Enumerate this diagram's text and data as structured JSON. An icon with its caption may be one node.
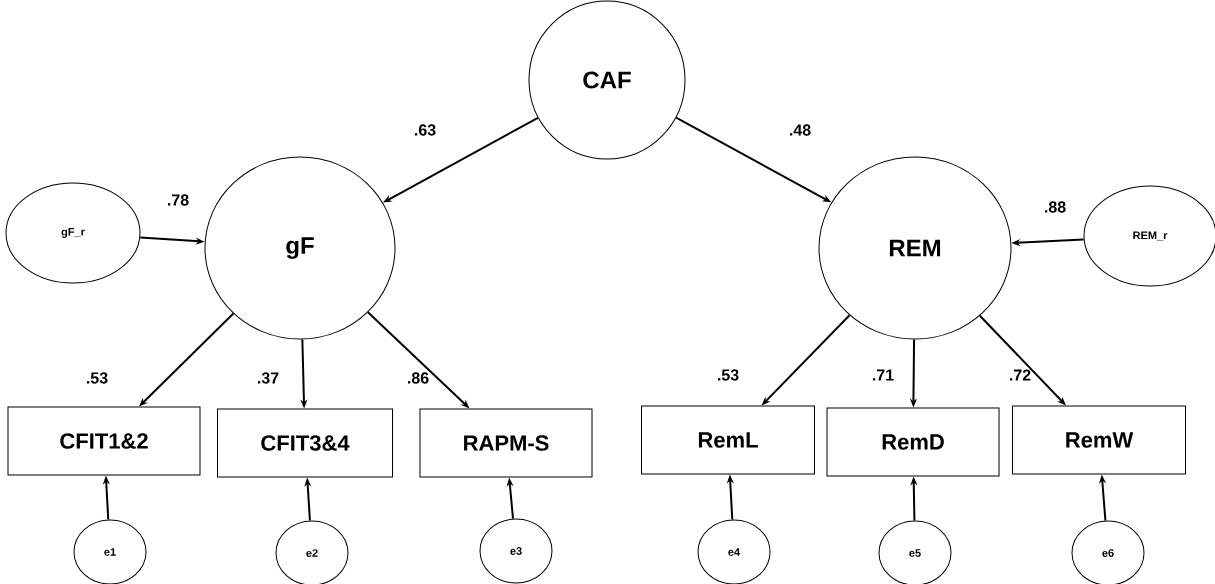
{
  "diagram": {
    "nodes": [
      {
        "text": [
          "CAF"
        ]
      },
      {
        "text": [
          "gF_r"
        ]
      },
      {
        "text": [
          "gF"
        ]
      },
      {
        "text": [
          "REM"
        ]
      },
      {
        "text": [
          "REM_r"
        ]
      },
      {
        "text": [
          "CFIT1&2"
        ]
      },
      {
        "text": [
          "CFIT3&4"
        ]
      },
      {
        "text": [
          "RAPM-S"
        ]
      },
      {
        "text": [
          "RemL"
        ]
      },
      {
        "text": [
          "RemD"
        ]
      },
      {
        "text": [
          "RemW"
        ]
      },
      {
        "text": [
          "e1"
        ]
      },
      {
        "text": [
          "e2"
        ]
      },
      {
        "text": [
          "e3"
        ]
      },
      {
        "text": [
          "e4"
        ]
      },
      {
        "text": [
          "e5"
        ]
      },
      {
        "text": [
          "e6"
        ]
      }
    ],
    "edges": [
      {
        "from": 0,
        "to": 2,
        "arrow": "to",
        "label": ".63"
      },
      {
        "from": 0,
        "to": 3,
        "arrow": "to",
        "label": ".48"
      },
      {
        "from": 1,
        "to": 2,
        "arrow": "to",
        "label": ".78"
      },
      {
        "from": 4,
        "to": 3,
        "arrow": "to",
        "label": ".88"
      },
      {
        "from": 2,
        "to": 5,
        "arrow": "to",
        "label": ".53"
      },
      {
        "from": 2,
        "to": 6,
        "arrow": "to",
        "label": ".37"
      },
      {
        "from": 2,
        "to": 7,
        "arrow": "to",
        "label": ".86"
      },
      {
        "from": 3,
        "to": 8,
        "arrow": "to",
        "label": ".53"
      },
      {
        "from": 3,
        "to": 9,
        "arrow": "to",
        "label": ".71"
      },
      {
        "from": 3,
        "to": 10,
        "arrow": "to",
        "label": ".72"
      },
      {
        "from": 11,
        "to": 5,
        "arrow": "to"
      },
      {
        "from": 12,
        "to": 6,
        "arrow": "to"
      },
      {
        "from": 13,
        "to": 7,
        "arrow": "to"
      },
      {
        "from": 14,
        "to": 8,
        "arrow": "to"
      },
      {
        "from": 15,
        "to": 9,
        "arrow": "to"
      },
      {
        "from": 16,
        "to": 10,
        "arrow": "to"
      }
    ]
  }
}
